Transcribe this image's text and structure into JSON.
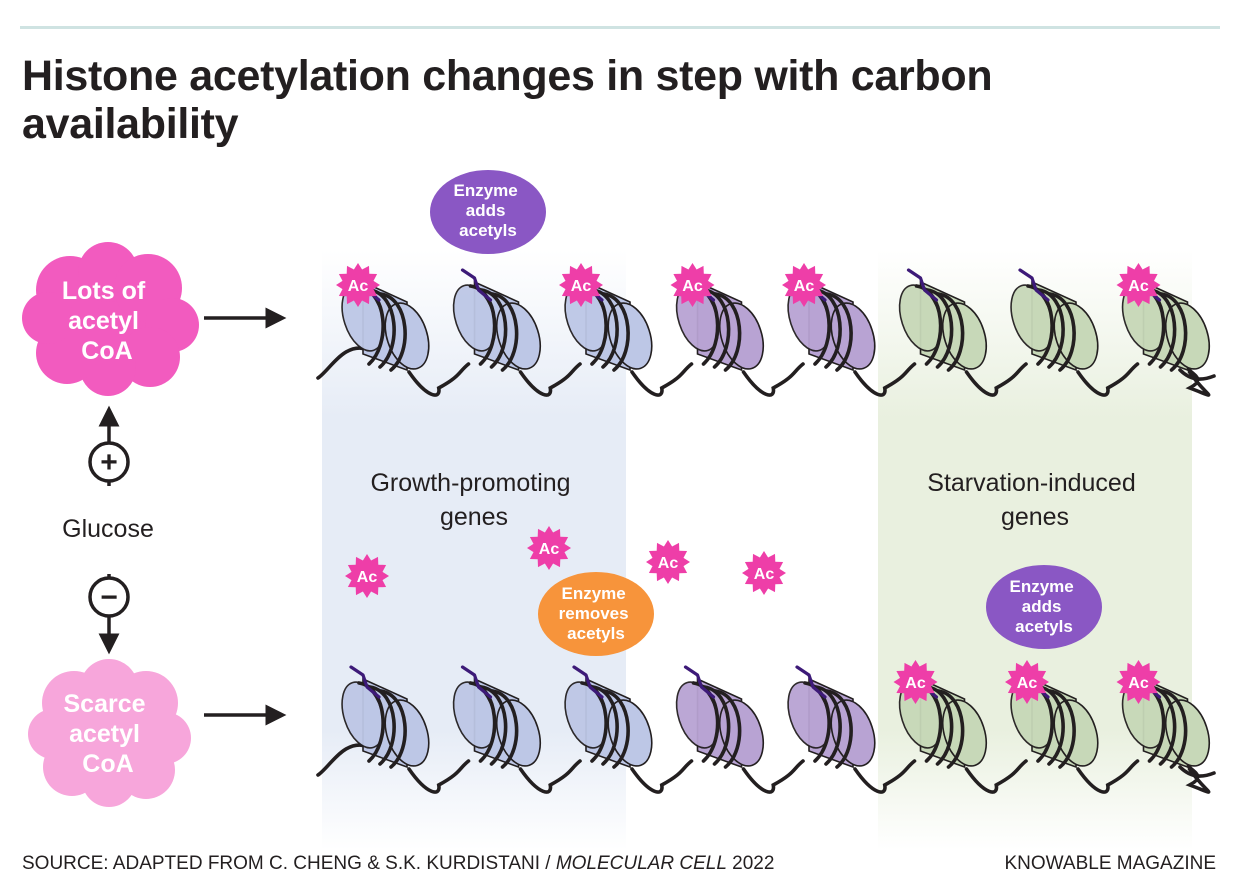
{
  "title": "Histone acetylation changes in step with carbon availability",
  "source": {
    "prefix": "SOURCE: ADAPTED FROM C. CHENG & S.K. KURDISTANI / ",
    "journal": "MOLECULAR CELL",
    "year": " 2022"
  },
  "credit": "KNOWABLE MAGAZINE",
  "glucose": "Glucose",
  "plus_symbol": "+",
  "minus_symbol": "−",
  "high_state": {
    "line1": "Lots of",
    "line2": "acetyl",
    "line3": "CoA"
  },
  "low_state": {
    "line1": "Scarce",
    "line2": "acetyl",
    "line3": "CoA"
  },
  "acetyl_label": "Ac",
  "regions": {
    "growth": {
      "line1": "Growth-promoting",
      "line2": "genes"
    },
    "starvation": {
      "line1": "Starvation-induced",
      "line2": "genes"
    }
  },
  "enzymes": {
    "top_add": {
      "line1": "Enzyme",
      "line2": "adds",
      "line3": "acetyls"
    },
    "bottom_remove": {
      "line1": "Enzyme",
      "line2": "removes",
      "line3": "acetyls"
    },
    "bottom_add": {
      "line1": "Enzyme",
      "line2": "adds",
      "line3": "acetyls"
    }
  },
  "colors": {
    "text": "#231f20",
    "accent_line": "#cfe3e2",
    "high_cloud": "#f25bbf",
    "low_cloud": "#f7a6db",
    "acetyl": "#ee3ea8",
    "enzyme_add": "#8a57c4",
    "enzyme_remove": "#f7943b",
    "region_growth": "#e6ecf6",
    "region_starvation": "#e9f0df",
    "nucleosome_blue": "#bdc7e6",
    "nucleosome_purple": "#b8a3d3",
    "nucleosome_green": "#c7d8b8",
    "histone_tail": "#3d1a78"
  }
}
